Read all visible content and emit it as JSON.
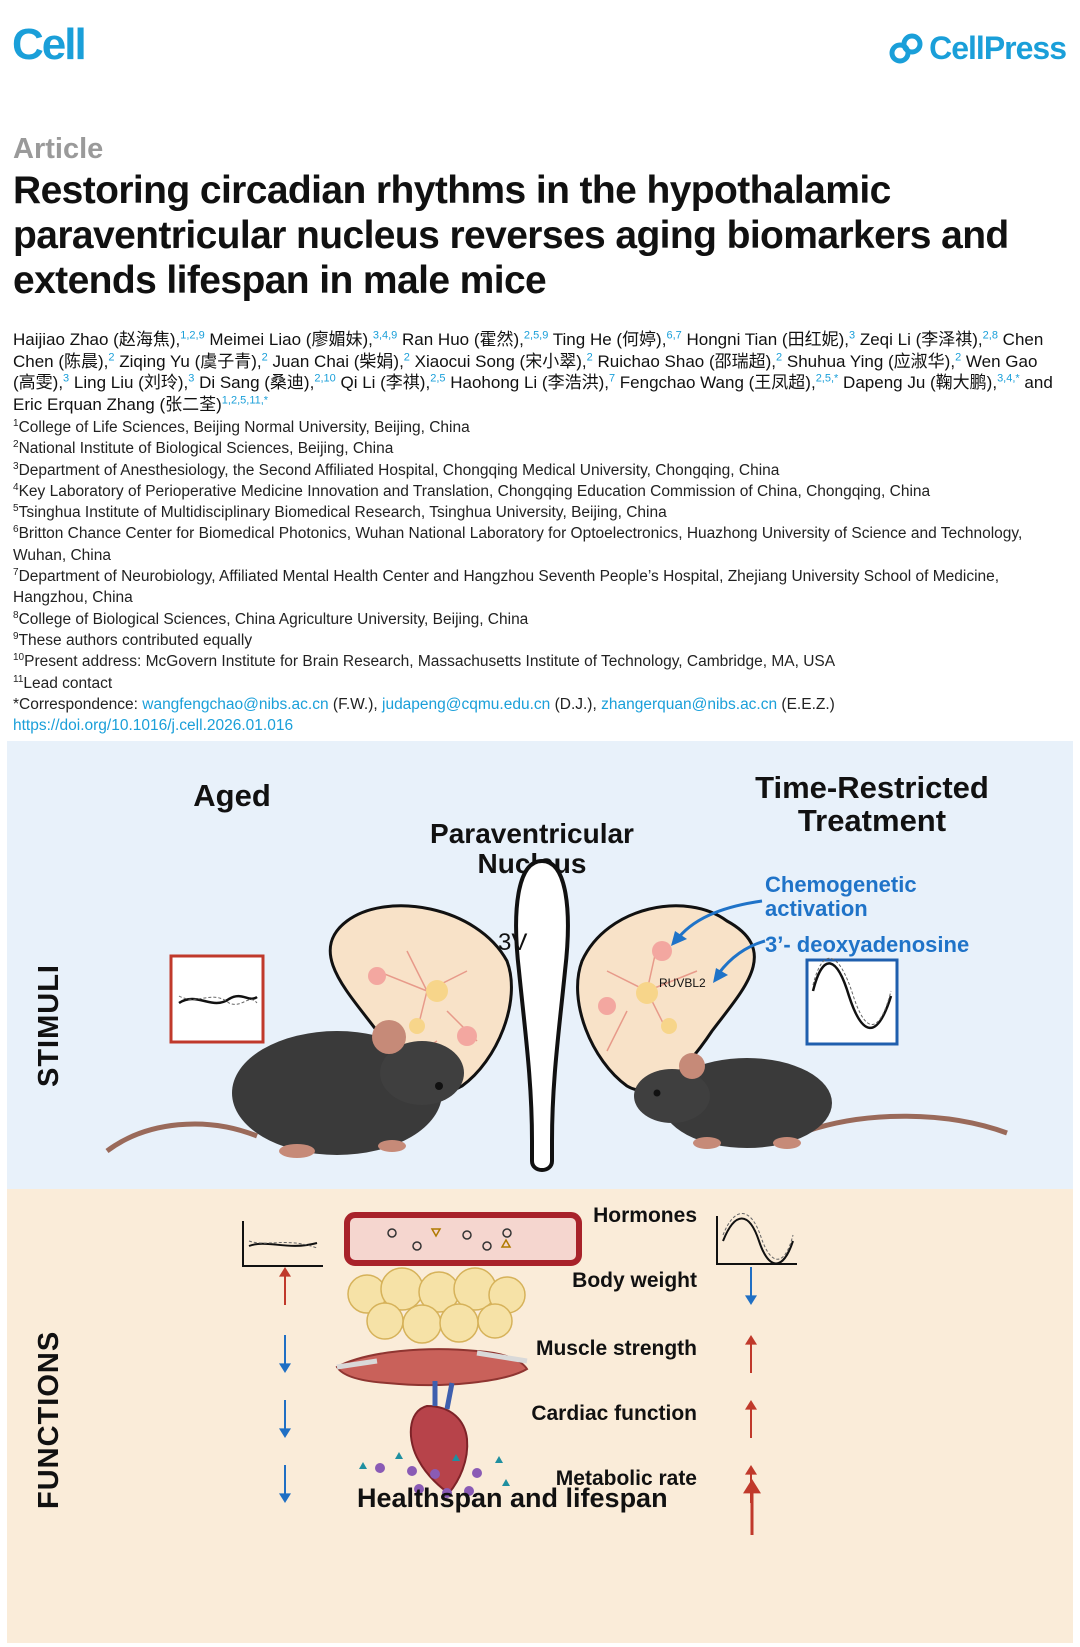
{
  "header": {
    "journal": "Cell",
    "publisher": "CellPress"
  },
  "article_type": "Article",
  "title": "Restoring circadian rhythms in the hypothalamic paraventricular nucleus reverses aging biomarkers and extends lifespan in male mice",
  "authors": [
    {
      "name": "Haijiao Zhao (赵海焦),",
      "sup": "1,2,9"
    },
    {
      "name": " Meimei Liao (廖媚妹),",
      "sup": "3,4,9"
    },
    {
      "name": " Ran Huo (霍然),",
      "sup": "2,5,9"
    },
    {
      "name": " Ting He (何婷),",
      "sup": "6,7"
    },
    {
      "name": " Hongni Tian (田红妮),",
      "sup": "3"
    },
    {
      "name": " Zeqi Li (李泽祺),",
      "sup": "2,8"
    },
    {
      "name": " Chen Chen (陈晨),",
      "sup": "2"
    },
    {
      "name": " Ziqing Yu (虞子青),",
      "sup": "2"
    },
    {
      "name": " Juan Chai (柴娟),",
      "sup": "2"
    },
    {
      "name": " Xiaocui Song (宋小翠),",
      "sup": "2"
    },
    {
      "name": " Ruichao Shao (邵瑞超),",
      "sup": "2"
    },
    {
      "name": " Shuhua Ying (应淑华),",
      "sup": "2"
    },
    {
      "name": " Wen Gao (高雯),",
      "sup": "3"
    },
    {
      "name": " Ling Liu (刘玲),",
      "sup": "3"
    },
    {
      "name": " Di Sang (桑迪),",
      "sup": "2,10"
    },
    {
      "name": " Qi Li (李祺),",
      "sup": "2,5"
    },
    {
      "name": " Haohong Li (李浩洪),",
      "sup": "7"
    },
    {
      "name": " Fengchao Wang (王凤超),",
      "sup": "2,5,*"
    },
    {
      "name": " Dapeng Ju (鞠大鹏),",
      "sup": "3,4,*"
    },
    {
      "name": " and Eric Erquan Zhang (张二荃)",
      "sup": "1,2,5,11,*"
    }
  ],
  "affiliations": [
    {
      "num": "1",
      "text": "College of Life Sciences, Beijing Normal University, Beijing, China"
    },
    {
      "num": "2",
      "text": "National Institute of Biological Sciences, Beijing, China"
    },
    {
      "num": "3",
      "text": "Department of Anesthesiology, the Second Affiliated Hospital, Chongqing Medical University, Chongqing, China"
    },
    {
      "num": "4",
      "text": "Key Laboratory of Perioperative Medicine Innovation and Translation, Chongqing Education Commission of China, Chongqing, China"
    },
    {
      "num": "5",
      "text": "Tsinghua Institute of Multidisciplinary Biomedical Research, Tsinghua University, Beijing, China"
    },
    {
      "num": "6",
      "text": "Britton Chance Center for Biomedical Photonics, Wuhan National Laboratory for Optoelectronics, Huazhong University of Science and Technology, Wuhan, China"
    },
    {
      "num": "7",
      "text": "Department of Neurobiology, Affiliated Mental Health Center and Hangzhou Seventh People’s Hospital, Zhejiang University School of Medicine, Hangzhou, China"
    },
    {
      "num": "8",
      "text": "College of Biological Sciences, China Agriculture University, Beijing, China"
    },
    {
      "num": "9",
      "text": "These authors contributed equally"
    },
    {
      "num": "10",
      "text": "Present address: McGovern Institute for Brain Research, Massachusetts Institute of Technology, Cambridge, MA, USA"
    },
    {
      "num": "11",
      "text": "Lead contact"
    }
  ],
  "correspondence": {
    "label": "*Correspondence: ",
    "email1": "wangfengchao@nibs.ac.cn",
    "who1": " (F.W.), ",
    "email2": "judapeng@cqmu.edu.cn",
    "who2": " (D.J.), ",
    "email3": "zhangerquan@nibs.ac.cn",
    "who3": " (E.E.Z.)"
  },
  "doi": "https://doi.org/10.1016/j.cell.2026.01.016",
  "graphical_abstract": {
    "stimuli_label": "STIMULI",
    "functions_label": "FUNCTIONS",
    "aged": "Aged",
    "pvn_line1": "Paraventricular",
    "pvn_line2": "Nucleus",
    "trt_line1": "Time-Restricted",
    "trt_line2": "Treatment",
    "chemo_line1": "Chemogenetic",
    "chemo_line2": "activation",
    "cordycepin": "3’- deoxyadenosine",
    "ventricle": "3V",
    "ruvbl2": "RUVBL2",
    "functions": [
      {
        "label": "Hormones",
        "aged": "",
        "treated": ""
      },
      {
        "label": "Body weight",
        "aged": "up",
        "treated": "down"
      },
      {
        "label": "Muscle strength",
        "aged": "down",
        "treated": "up"
      },
      {
        "label": "Cardiac function",
        "aged": "down",
        "treated": "up"
      },
      {
        "label": "Metabolic rate",
        "aged": "down",
        "treated": "up"
      }
    ],
    "final": "Healthspan and lifespan",
    "colors": {
      "up": "#c0392b",
      "down": "#1f6fc4",
      "accent": "#1f73c8",
      "aged_box": "#c0392b",
      "treated_box": "#1f5fae"
    }
  }
}
